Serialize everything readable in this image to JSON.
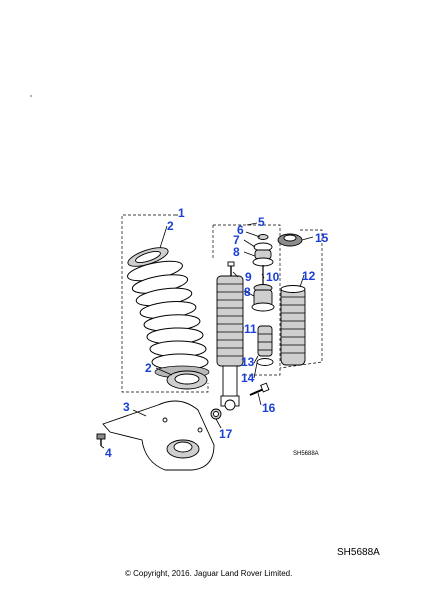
{
  "diagram": {
    "callouts": [
      "1",
      "2",
      "2",
      "3",
      "4",
      "5",
      "6",
      "7",
      "8",
      "9",
      "10",
      "8",
      "11",
      "12",
      "13",
      "14",
      "15",
      "16",
      "17"
    ],
    "inner_code": "SH5688A",
    "ref_code": "SH5688A",
    "copyright": "© Copyright, 2016. Jaguar Land Rover Limited."
  },
  "colors": {
    "callout": "#1a3fd6",
    "line": "#000000",
    "shade": "#cfcfcf"
  }
}
